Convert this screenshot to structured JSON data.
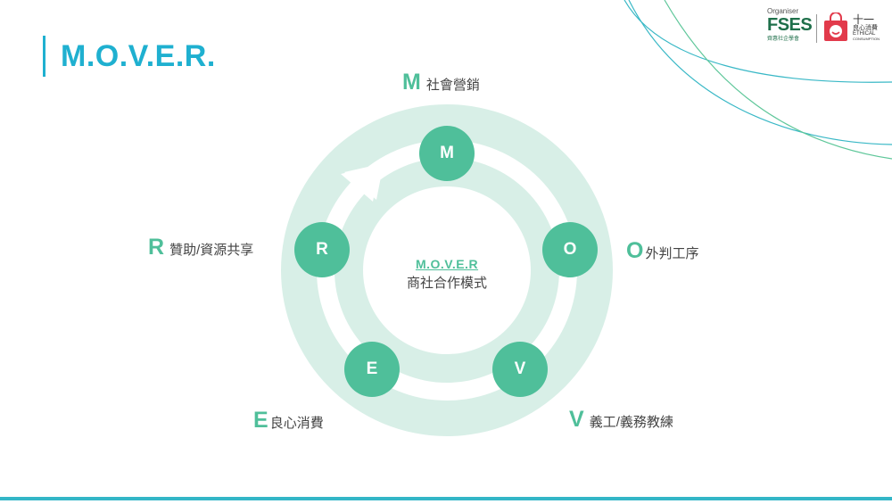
{
  "title": "M.O.V.E.R.",
  "logo": {
    "organiser": "Organiser",
    "fses": "FSES",
    "fses_sub": "齊惠社企學會",
    "cn": "良心消費",
    "en_line1": "ETHICAL",
    "en_line2": "CONSUMPTION",
    "plus": "十一"
  },
  "center": {
    "title": "M.O.V.E.R",
    "subtitle": "商社合作模式"
  },
  "nodes": {
    "m": "M",
    "o": "O",
    "v": "V",
    "e": "E",
    "r": "R"
  },
  "labels": {
    "m": {
      "letter": "M",
      "text": "社會營銷"
    },
    "o": {
      "letter": "O",
      "text": "外判工序"
    },
    "v": {
      "letter": "V",
      "text": "義工/義務教練"
    },
    "e": {
      "letter": "E",
      "text": "良心消費"
    },
    "r": {
      "letter": "R",
      "text": "贊助/資源共享"
    }
  },
  "colors": {
    "title": "#1fb0d0",
    "node": "#4fbf9a",
    "ring": "#d8efe7",
    "bottom_line": "#33b6c7"
  }
}
